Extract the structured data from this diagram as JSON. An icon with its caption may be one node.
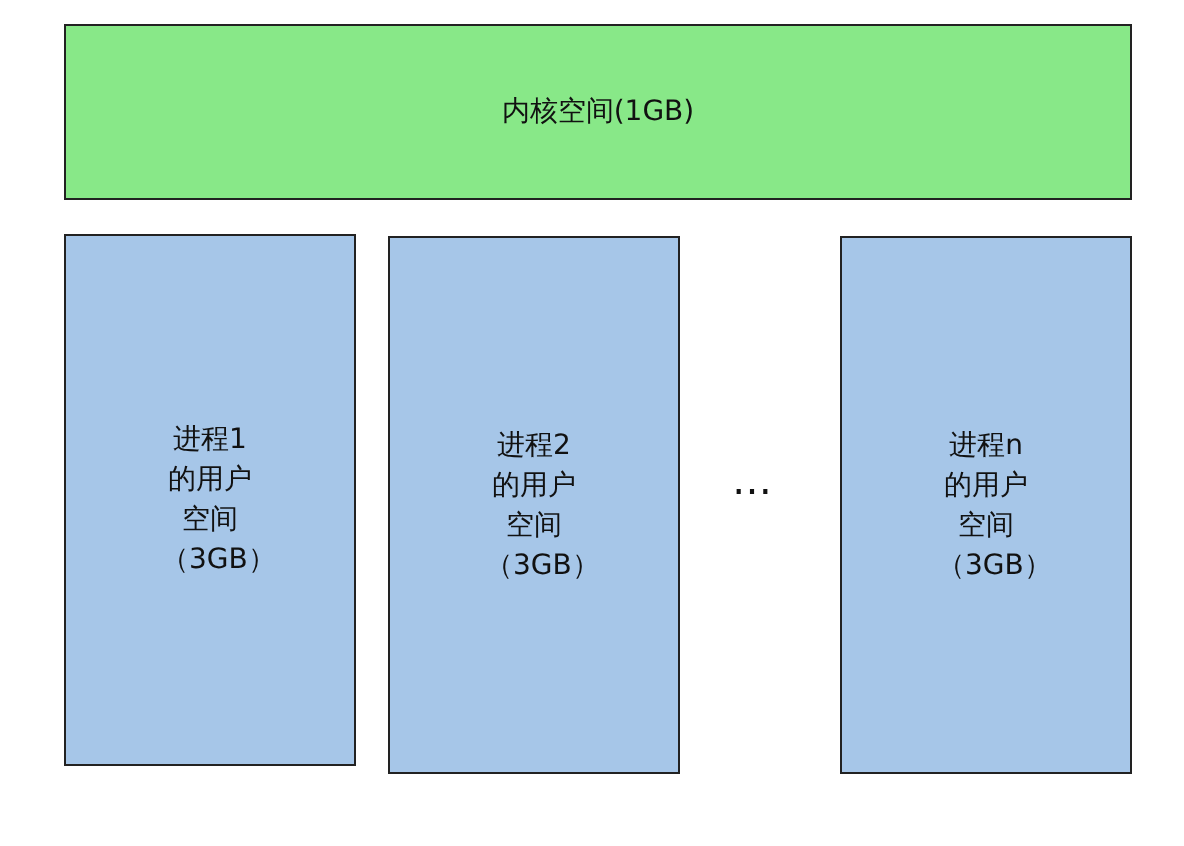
{
  "diagram": {
    "nodes": [
      {
        "text": [
          "内核空间(1GB)"
        ]
      },
      {
        "text": [
          "进程1的用户空间（3GB）"
        ]
      },
      {
        "text": [
          "进程2的用户空间（3GB）"
        ]
      },
      {
        "text": [
          "进程n的用户空间（3GB）"
        ]
      }
    ],
    "labels": [
      "…"
    ]
  }
}
